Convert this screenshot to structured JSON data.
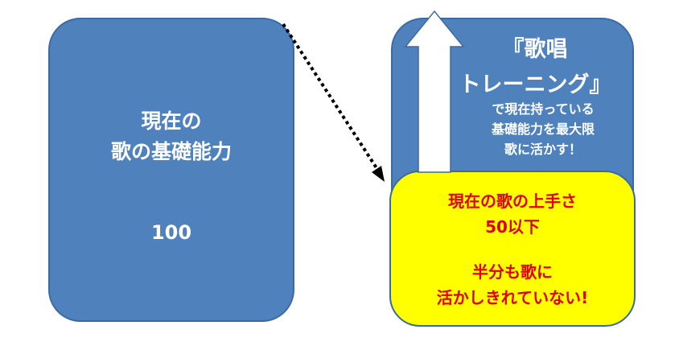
{
  "left_panel": {
    "title_line1": "現在の",
    "title_line2": "歌の基礎能力",
    "value": "100"
  },
  "right_panel": {
    "heading_line1": "『歌唱",
    "heading_line2": "トレーニング』",
    "desc_line1": "で現在持っている",
    "desc_line2": "基礎能力を最大限",
    "desc_line3": "歌に活かす！"
  },
  "yellow_box": {
    "line1": "現在の歌の上手さ",
    "line2": "50以下",
    "line3": "半分も歌に",
    "line4": "活かしきれていない!"
  },
  "colors": {
    "panel_blue": "#4f81bd",
    "highlight_yellow": "#ffff00",
    "alert_red": "#e00000"
  }
}
